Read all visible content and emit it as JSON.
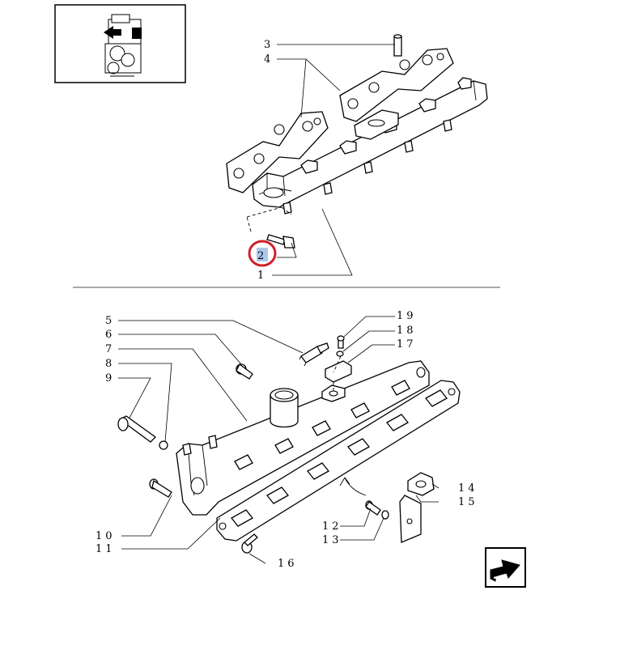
{
  "diagram": {
    "upper_labels": {
      "l3": "3",
      "l4": "4",
      "l2": "2",
      "l1": "1"
    },
    "lower_labels": {
      "l5": "5",
      "l6": "6",
      "l7": "7",
      "l8": "8",
      "l9": "9",
      "l10": "10",
      "l11": "11",
      "l12": "12",
      "l13": "13",
      "l14": "14",
      "l15": "15",
      "l16": "16",
      "l17": "17",
      "l18": "18",
      "l19": "19"
    },
    "highlight": {
      "color": "#d0202a",
      "fill": "#aac8e8"
    }
  }
}
